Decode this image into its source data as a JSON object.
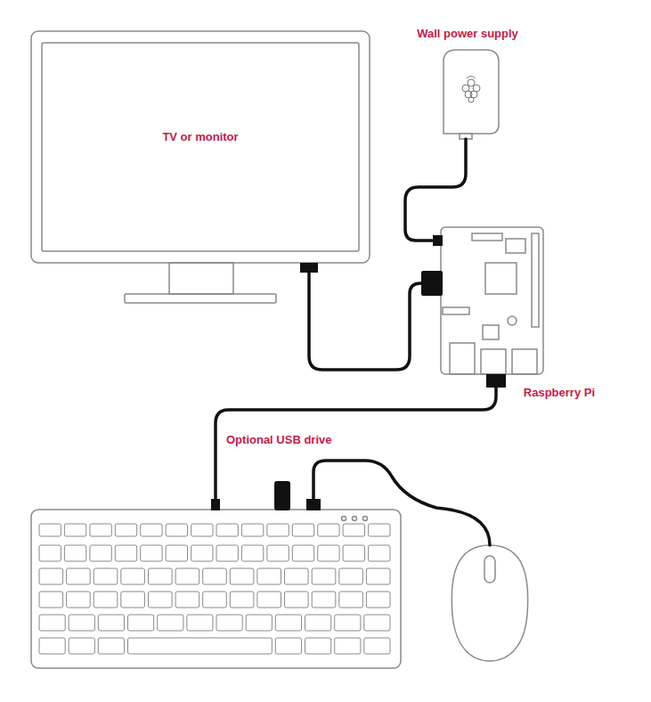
{
  "diagram": {
    "nodes": [
      {
        "text": [
          "TV or monitor"
        ]
      },
      {
        "text": [
          "Wall power supply"
        ]
      },
      {
        "text": [
          "Raspberry Pi"
        ]
      },
      {
        "text": [
          "Optional USB drive"
        ]
      }
    ],
    "edges": [
      {
        "from": 1,
        "to": 2,
        "arrow": "none"
      },
      {
        "from": 0,
        "to": 2,
        "arrow": "none"
      }
    ]
  }
}
